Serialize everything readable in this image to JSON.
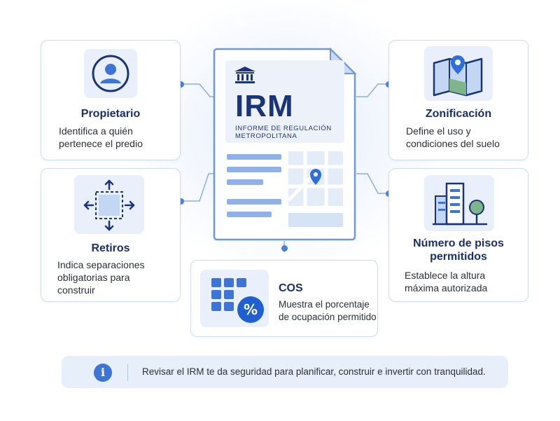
{
  "document": {
    "acronym": "IRM",
    "subtitle_line1": "INFORME DE REGULACIÓN",
    "subtitle_line2": "METROPOLITANA"
  },
  "cards": {
    "propietario": {
      "title": "Propietario",
      "desc_line1": "Identifica a quién",
      "desc_line2": "pertenece el predio",
      "icon": "person-icon"
    },
    "retiros": {
      "title": "Retiros",
      "desc_line1": "Indica separaciones",
      "desc_line2": "obligatorias para",
      "desc_line3": "construir",
      "icon": "setback-arrows-icon"
    },
    "cos": {
      "title": "COS",
      "desc_line1": "Muestra el porcentaje",
      "desc_line2": "de ocupación permitido",
      "icon": "percent-grid-icon"
    },
    "zonificacion": {
      "title": "Zonificación",
      "desc_line1": "Define el uso y",
      "desc_line2": "condiciones del suelo",
      "icon": "map-pin-icon"
    },
    "pisos": {
      "title_line1": "Número de pisos",
      "title_line2": "permitidos",
      "desc_line1": "Establece la altura",
      "desc_line2": "máxima autorizada",
      "icon": "buildings-icon"
    }
  },
  "footer": {
    "text": "Revisar el IRM te da seguridad para planificar, construir e invertir con tranquilidad.",
    "icon": "info-icon"
  },
  "colors": {
    "accent": "#3e74d6",
    "title": "#1a2f6b",
    "border": "#cfdcef",
    "tile": "#e9f0fb"
  }
}
